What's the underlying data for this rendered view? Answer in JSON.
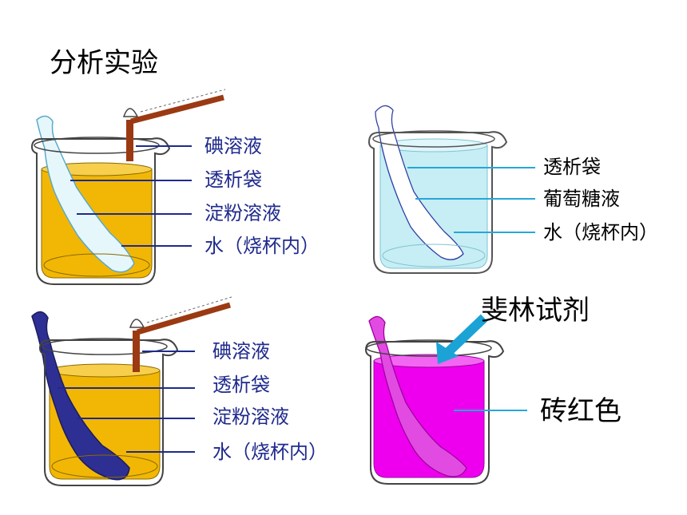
{
  "title": "分析实验",
  "colors": {
    "amber_liquid": "#f2b705",
    "bag_light": "#e6f7fb",
    "bag_dark_blue": "#2e2f92",
    "glucose_water": "#c7eef4",
    "magenta": "#ee00ee",
    "dropper_brown": "#9b3a12",
    "arrow_cyan": "#1ba3d6",
    "label_blue": "#1f2a8c",
    "leader_blue": "#1f2a8c",
    "leader_cyan": "#26a7d8"
  },
  "panel_top_left": {
    "labels": [
      "碘溶液",
      "透析袋",
      "淀粉溶液",
      "水（烧杯内）"
    ]
  },
  "panel_top_right": {
    "labels": [
      "透析袋",
      "葡萄糖液",
      "水（烧杯内）"
    ]
  },
  "panel_bottom_left": {
    "labels": [
      "碘溶液",
      "透析袋",
      "淀粉溶液",
      "水（烧杯内）"
    ]
  },
  "panel_bottom_right": {
    "reagent_label": "斐林试剂",
    "result_label": "砖红色"
  }
}
